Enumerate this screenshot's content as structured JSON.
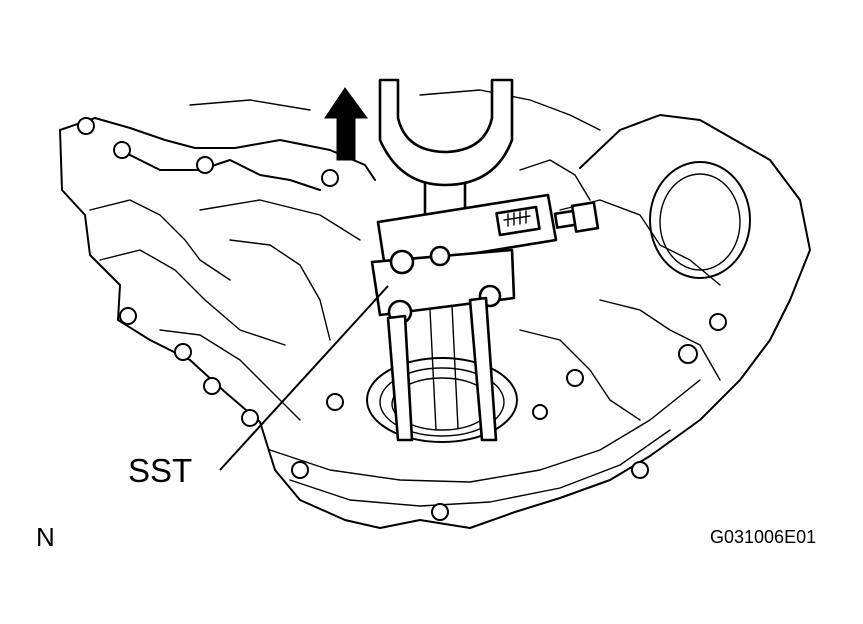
{
  "labels": {
    "sst": "SST",
    "view_code": "N",
    "figure_id": "G031006E01"
  },
  "icons": {
    "direction_arrow": "arrow-up-icon"
  },
  "colors": {
    "line": "#000000",
    "background": "#ffffff"
  }
}
